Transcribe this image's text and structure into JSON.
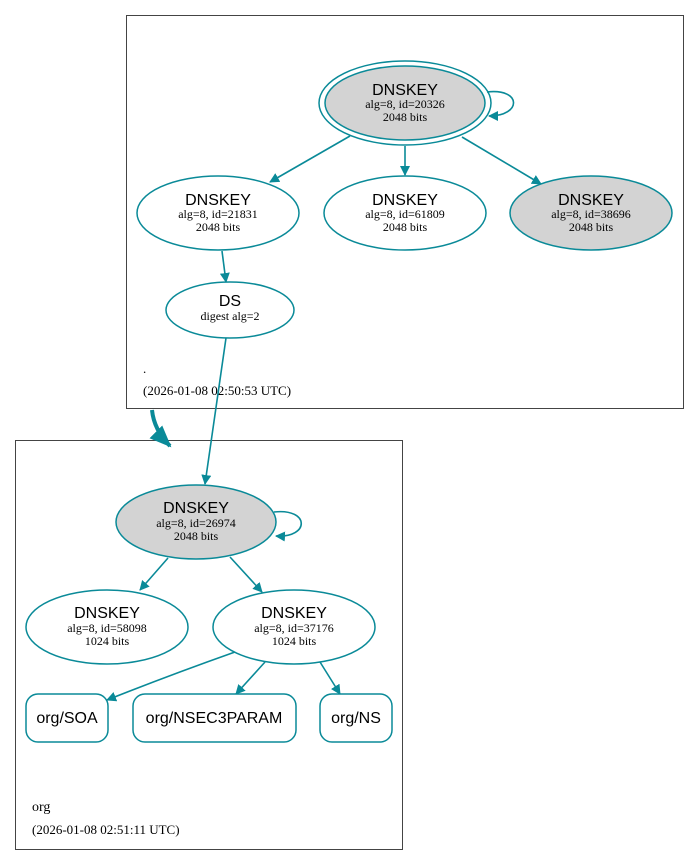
{
  "colors": {
    "edge": "#0a8a98",
    "node_fill_filled": "#d3d3d3",
    "node_fill_plain": "#ffffff",
    "zone_border": "#444444"
  },
  "zones": [
    {
      "id": "root",
      "name": ".",
      "timestamp": "(2026-01-08 02:50:53 UTC)"
    },
    {
      "id": "org",
      "name": "org",
      "timestamp": "(2026-01-08 02:51:11 UTC)"
    }
  ],
  "nodes": {
    "root_ksk": {
      "type": "DNSKEY",
      "line1": "alg=8, id=20326",
      "line2": "2048 bits",
      "filled": true
    },
    "root_k1": {
      "type": "DNSKEY",
      "line1": "alg=8, id=21831",
      "line2": "2048 bits",
      "filled": false
    },
    "root_k2": {
      "type": "DNSKEY",
      "line1": "alg=8, id=61809",
      "line2": "2048 bits",
      "filled": false
    },
    "root_k3": {
      "type": "DNSKEY",
      "line1": "alg=8, id=38696",
      "line2": "2048 bits",
      "filled": true
    },
    "root_ds": {
      "type": "DS",
      "line1": "digest alg=2"
    },
    "org_ksk": {
      "type": "DNSKEY",
      "line1": "alg=8, id=26974",
      "line2": "2048 bits",
      "filled": true
    },
    "org_k1": {
      "type": "DNSKEY",
      "line1": "alg=8, id=58098",
      "line2": "1024 bits",
      "filled": false
    },
    "org_k2": {
      "type": "DNSKEY",
      "line1": "alg=8, id=37176",
      "line2": "1024 bits",
      "filled": false
    },
    "org_soa": {
      "label": "org/SOA"
    },
    "org_nsec3param": {
      "label": "org/NSEC3PARAM"
    },
    "org_ns": {
      "label": "org/NS"
    }
  }
}
